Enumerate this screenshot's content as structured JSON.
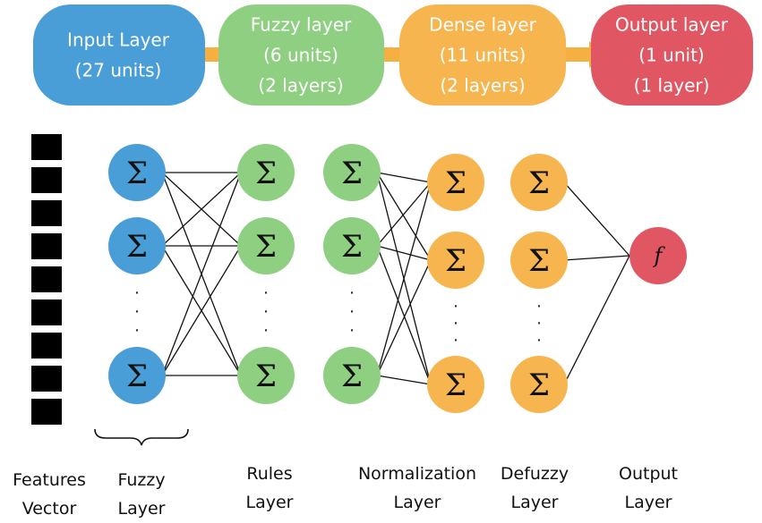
{
  "colors": {
    "input": "#4a9ed8",
    "fuzzy": "#8fcf82",
    "dense": "#f7b54f",
    "output": "#e05763",
    "arrow": "#f5b041",
    "line": "#111111",
    "feature": "#000000"
  },
  "top_boxes": [
    {
      "lines": [
        "Input Layer",
        "(27 units)"
      ],
      "color": "#4a9ed8"
    },
    {
      "lines": [
        "Fuzzy layer",
        "(6 units)",
        "(2 layers)"
      ],
      "color": "#8fcf82"
    },
    {
      "lines": [
        "Dense layer",
        "(11 units)",
        "(2 layers)"
      ],
      "color": "#f7b54f"
    },
    {
      "lines": [
        "Output layer",
        "(1 unit)",
        "(1 layer)"
      ],
      "color": "#e05763"
    }
  ],
  "node_symbol": "Σ",
  "output_symbol": "f",
  "ellipsis": "·",
  "feature_count": 9,
  "captions": [
    {
      "lines": [
        "Features",
        "Vector"
      ]
    },
    {
      "lines": [
        "Fuzzy",
        "Layer"
      ]
    },
    {
      "lines": [
        "Rules",
        "Layer"
      ]
    },
    {
      "lines": [
        "Normalization",
        "Layer"
      ]
    },
    {
      "lines": [
        "Defuzzy",
        "Layer"
      ]
    },
    {
      "lines": [
        "Output",
        "Layer"
      ]
    }
  ]
}
